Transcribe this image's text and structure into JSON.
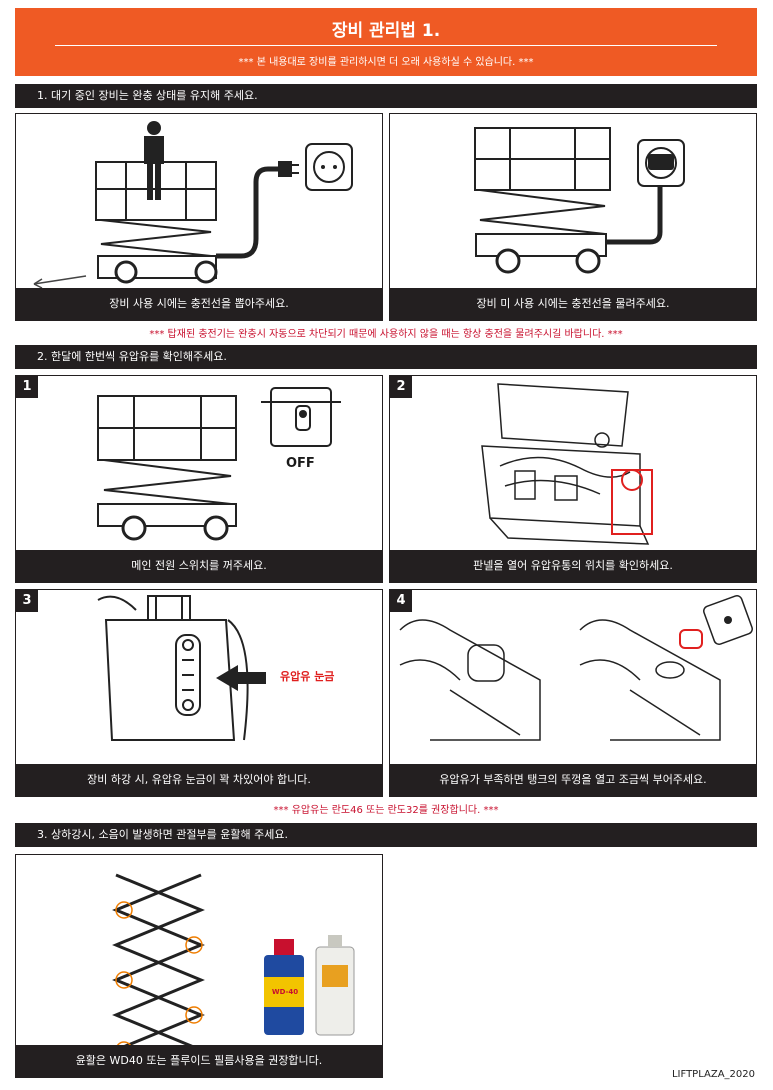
{
  "header": {
    "title": "장비 관리법 1.",
    "subtitle": "*** 본 내용대로 장비를 관리하시면 더 오래 사용하실 수 있습니다. ***"
  },
  "section1": {
    "heading": "1. 대기 중인 장비는 완충 상태를 유지해 주세요.",
    "left_caption": "장비 사용 시에는 충전선을 뽑아주세요.",
    "right_caption": "장비 미 사용 시에는 충전선을 물려주세요.",
    "note": "*** 탑재된 충전기는 완충시 자동으로 차단되기 때문에 사용하지 않을 때는 항상 충전을 물려주시길 바랍니다. ***"
  },
  "section2": {
    "heading": "2. 한달에 한번씩 유압유를 확인해주세요.",
    "steps": [
      {
        "num": "1",
        "caption": "메인 전원 스위치를 꺼주세요.",
        "label": "OFF"
      },
      {
        "num": "2",
        "caption": "판넬을 열어 유압유통의 위치를 확인하세요."
      },
      {
        "num": "3",
        "caption": "장비 하강 시, 유압유 눈금이 꽉 차있어야 합니다.",
        "label": "유압유 눈금"
      },
      {
        "num": "4",
        "caption": "유압유가 부족하면 탱크의 뚜껑을 열고 조금씩 부어주세요."
      }
    ],
    "note": "*** 유압유는 란도46 또는 란도32를 권장합니다. ***"
  },
  "section3": {
    "heading": "3. 상하강시, 소음이 발생하면 관절부를 윤활해 주세요.",
    "caption": "윤활은 WD40 또는 플루이드 필름사용을 권장합니다.",
    "can_label": "WD-40"
  },
  "footer": {
    "text": "LIFTPLAZA_2020"
  },
  "colors": {
    "accent": "#ef5a24",
    "dark": "#231f20",
    "note_red": "#c8102e",
    "highlight": "#e0201f"
  }
}
